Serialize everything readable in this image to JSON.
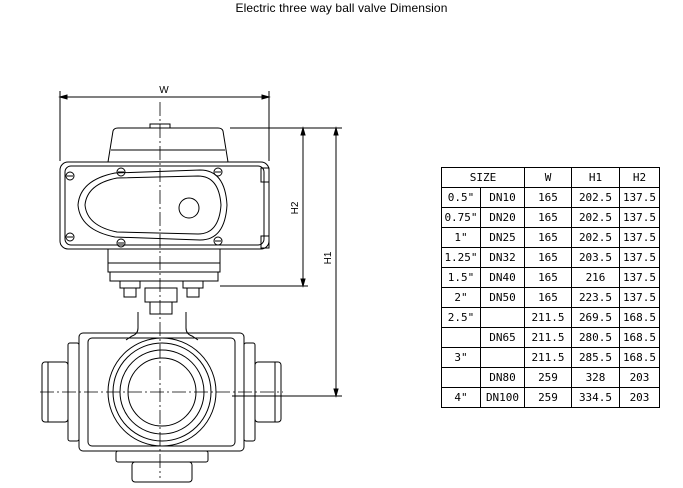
{
  "title": "Electric  three way ball valve Dimension",
  "drawing_labels": {
    "w": "W",
    "h1": "H1",
    "h2": "H2"
  },
  "table": {
    "headers": {
      "size": "SIZE",
      "w": "W",
      "h1": "H1",
      "h2": "H2"
    },
    "rows": [
      {
        "inch": "0.5\"",
        "dn": "DN10",
        "w": "165",
        "h1": "202.5",
        "h2": "137.5"
      },
      {
        "inch": "0.75\"",
        "dn": "DN20",
        "w": "165",
        "h1": "202.5",
        "h2": "137.5"
      },
      {
        "inch": "1\"",
        "dn": "DN25",
        "w": "165",
        "h1": "202.5",
        "h2": "137.5"
      },
      {
        "inch": "1.25\"",
        "dn": "DN32",
        "w": "165",
        "h1": "203.5",
        "h2": "137.5"
      },
      {
        "inch": "1.5\"",
        "dn": "DN40",
        "w": "165",
        "h1": "216",
        "h2": "137.5"
      },
      {
        "inch": "2\"",
        "dn": "DN50",
        "w": "165",
        "h1": "223.5",
        "h2": "137.5"
      },
      {
        "inch": "2.5\"",
        "dn": "",
        "w": "211.5",
        "h1": "269.5",
        "h2": "168.5"
      },
      {
        "inch": "",
        "dn": "DN65",
        "w": "211.5",
        "h1": "280.5",
        "h2": "168.5"
      },
      {
        "inch": "3\"",
        "dn": "",
        "w": "211.5",
        "h1": "285.5",
        "h2": "168.5"
      },
      {
        "inch": "",
        "dn": "DN80",
        "w": "259",
        "h1": "328",
        "h2": "203"
      },
      {
        "inch": "4\"",
        "dn": "DN100",
        "w": "259",
        "h1": "334.5",
        "h2": "203"
      }
    ]
  }
}
